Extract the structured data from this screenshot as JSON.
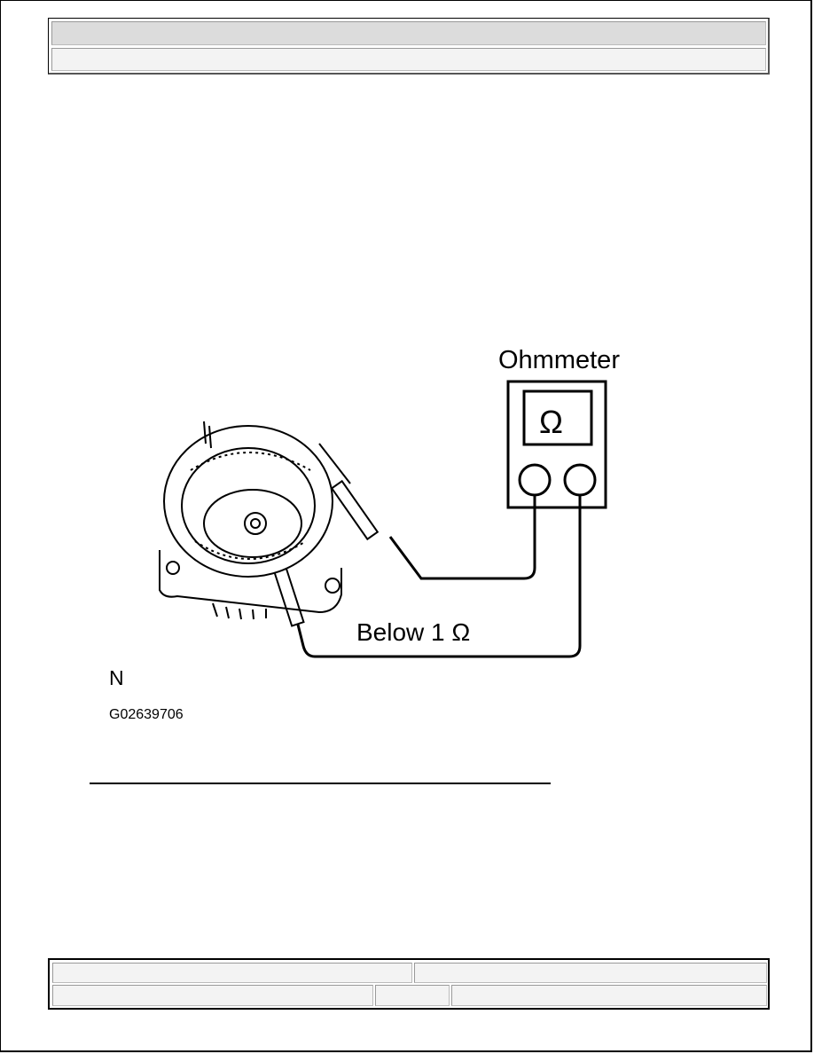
{
  "figure": {
    "meter_label": "Ohmmeter",
    "meter_symbol": "Ω",
    "reading_label": "Below 1 Ω",
    "marker": "N",
    "figure_id": "G02639706"
  }
}
